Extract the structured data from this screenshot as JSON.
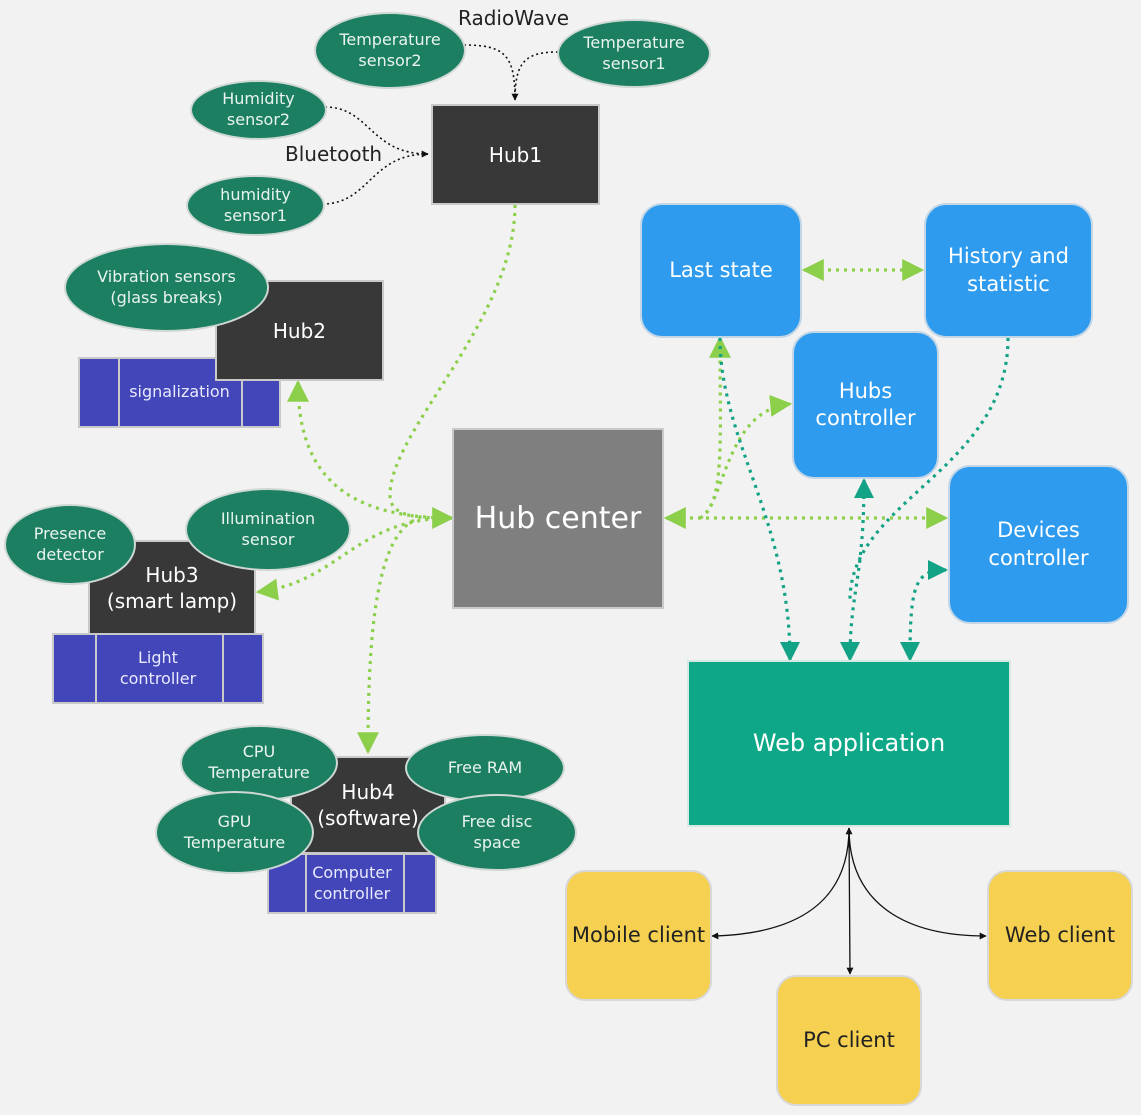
{
  "labels": {
    "radiowave": "RadioWave",
    "bluetooth": "Bluetooth"
  },
  "hubs": {
    "hub1": "Hub1",
    "hub2": "Hub2",
    "hub3": "Hub3\n(smart lamp)",
    "hub4": "Hub4\n(software)",
    "hub_center": "Hub center"
  },
  "sensors": {
    "temperature_sensor2": "Temperature\nsensor2",
    "temperature_sensor1": "Temperature\nsensor1",
    "humidity_sensor2": "Humidity\nsensor2",
    "humidity_sensor1": "humidity\nsensor1",
    "vibration_sensors": "Vibration sensors\n(glass breaks)",
    "presence_detector": "Presence\ndetector",
    "illumination_sensor": "Illumination\nsensor",
    "cpu_temperature": "CPU\nTemperature",
    "gpu_temperature": "GPU\nTemperature",
    "free_ram": "Free RAM",
    "free_disc_space": "Free disc\nspace"
  },
  "controllers": {
    "signalization": "signalization",
    "light_controller": "Light\ncontroller",
    "computer_controller": "Computer\ncontroller"
  },
  "server": {
    "last_state": "Last state",
    "history_and_statistic": "History and\nstatistic",
    "hubs_controller": "Hubs\ncontroller",
    "devices_controller": "Devices\ncontroller",
    "web_application": "Web application"
  },
  "clients": {
    "mobile_client": "Mobile client",
    "pc_client": "PC client",
    "web_client": "Web client"
  },
  "colors": {
    "background": "#f2f2f2",
    "hub": "#383838",
    "hub_center": "#7f7f7f",
    "sensor": "#1d7f61",
    "controller": "#4246b8",
    "service": "#2e9bef",
    "web_application": "#0ea888",
    "client": "#f6d050",
    "link_green": "#8ccf4a",
    "link_teal": "#12a286",
    "link_black": "#111111"
  }
}
